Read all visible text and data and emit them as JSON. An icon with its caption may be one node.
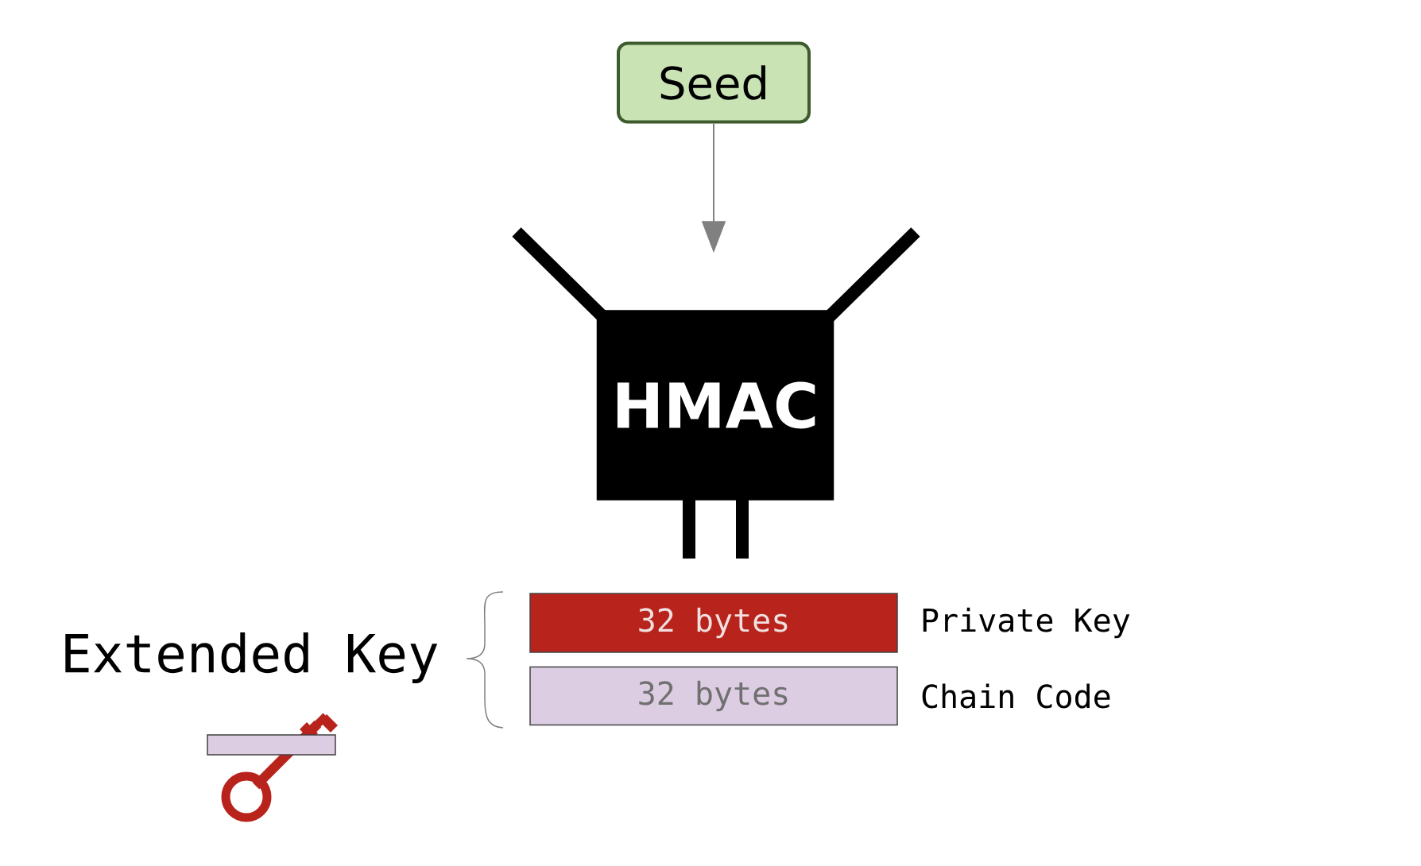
{
  "diagram": {
    "nodes": [
      {
        "text": [
          "Seed"
        ]
      },
      {
        "text": [
          "HMAC"
        ]
      },
      {
        "text": [
          "32 bytes"
        ],
        "beside": [
          "Private Key"
        ]
      },
      {
        "text": [
          "32 bytes"
        ],
        "beside": [
          "Chain Code"
        ]
      }
    ],
    "edges": [
      {
        "from": 0,
        "to": 1,
        "arrow": "to",
        "color": "#808080"
      }
    ],
    "labels": [
      "Extended Key"
    ]
  }
}
